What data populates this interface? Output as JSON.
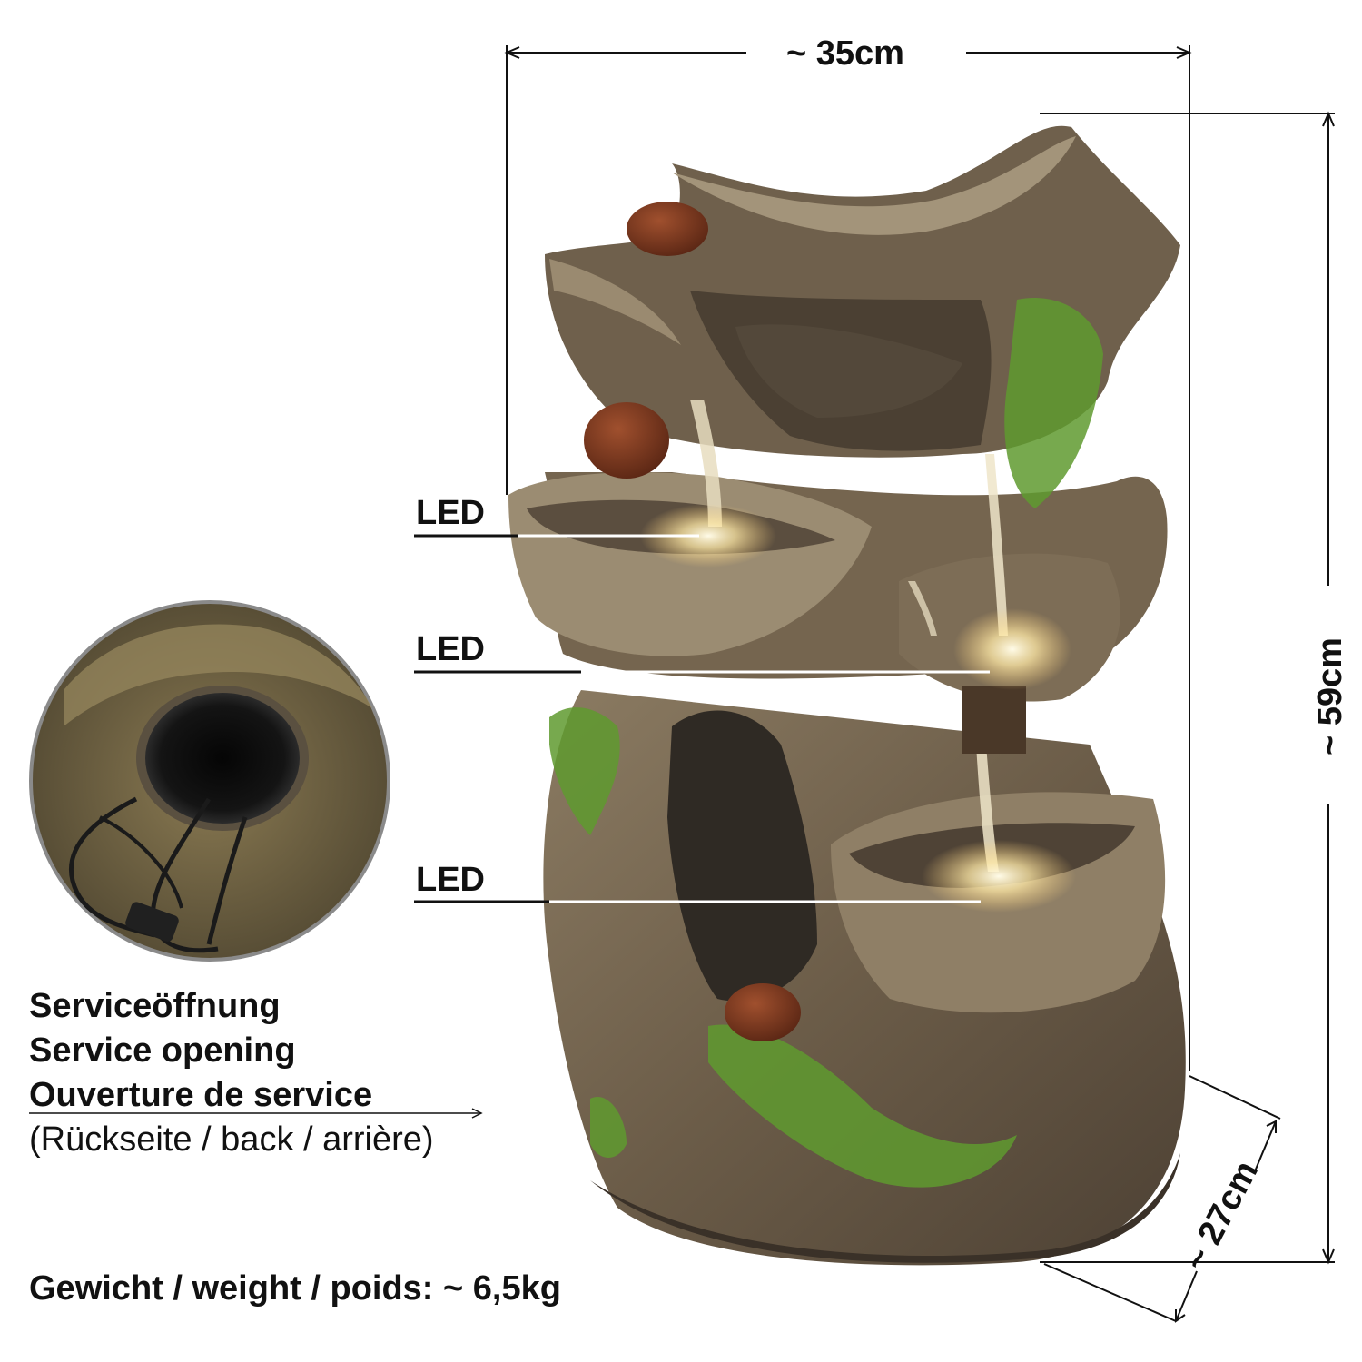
{
  "dimensions": {
    "width": "~ 35cm",
    "height": "~ 59cm",
    "depth": "~ 27cm"
  },
  "led_labels": [
    "LED",
    "LED",
    "LED"
  ],
  "service": {
    "line1": "Serviceöffnung",
    "line2": "Service opening",
    "line3": "Ouverture de service",
    "line4": "(Rückseite / back / arrière)"
  },
  "weight": "Gewicht / weight / poids: ~ 6,5kg",
  "colors": {
    "line": "#111111",
    "wood_dark": "#4a3f33",
    "wood_mid": "#7a6a55",
    "wood_light": "#b3a58a",
    "moss": "#5f9a2f",
    "stone": "#7a3a22",
    "glow": "#fff3c8"
  }
}
